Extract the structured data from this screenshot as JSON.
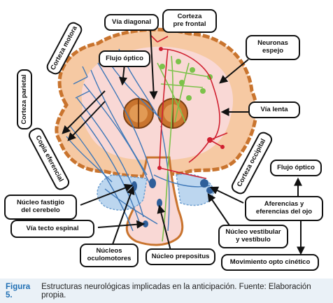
{
  "labels": {
    "via_diagonal": "Vía diagonal",
    "corteza_prefrontal": "Corteza\npre frontal",
    "corteza_motora": "Corteza motora",
    "flujo_optico_top": "Flujo óptico",
    "neuronas_espejo": "Neuronas\nespejo",
    "corteza_parietal": "Corteza parietal",
    "via_lenta": "Vía lenta",
    "copia_eferencial": "Copia eferencial",
    "corteza_occipital": "Corteza occipital",
    "flujo_optico_right": "Flujo óptico",
    "nucleo_fastigio": "Núcleo fastigio\ndel cerebelo",
    "aferencias": "Aferencias y\neferencias del ojo",
    "via_tecto_espinal": "Vía tecto espinal",
    "nucleo_vestibular": "Núcleo vestibular\ny vestíbulo",
    "nucleos_oculomotores": "Núcleos\noculomotores",
    "nucleo_prepositus": "Núcleo prepositus",
    "movimiento_opto": "Movimiento opto cinético"
  },
  "caption": {
    "figure_label": "Figura 5.",
    "text": "Estructuras neurológicas implicadas en la anticipación. Fuente: Elaboración propia."
  },
  "colors": {
    "brain_fill": "#f6c9a3",
    "brain_outline": "#c9742e",
    "inner_fill": "#f9d8d5",
    "blue_pathway": "#3f78b8",
    "red_pathway": "#d02030",
    "green_pathway": "#7cc24a",
    "caption_accent": "#1f6fb4"
  }
}
